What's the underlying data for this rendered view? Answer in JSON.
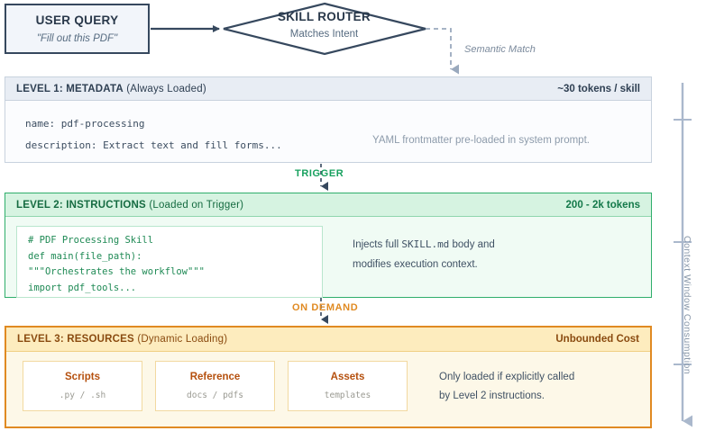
{
  "flow": {
    "user_query": {
      "title": "USER QUERY",
      "subtitle": "\"Fill out this PDF\""
    },
    "router": {
      "title": "SKILL ROUTER",
      "subtitle": "Matches Intent"
    },
    "semantic_match_label": "Semantic Match",
    "connectors": {
      "trigger": "TRIGGER",
      "on_demand": "ON DEMAND"
    }
  },
  "levels": [
    {
      "id": "level-1",
      "title": "LEVEL 1: METADATA",
      "title_suffix": " (Always Loaded)",
      "cost": "~30 tokens / skill",
      "code": "name: pdf-processing\ndescription: Extract text and fill forms...",
      "note": "YAML frontmatter pre-loaded in system prompt.",
      "accent": "#c8d2de"
    },
    {
      "id": "level-2",
      "title": "LEVEL 2: INSTRUCTIONS",
      "title_suffix": " (Loaded on Trigger)",
      "cost": "200 - 2k tokens",
      "code": "# PDF Processing Skill\ndef main(file_path):\n\"\"\"Orchestrates the workflow\"\"\"\nimport pdf_tools...",
      "note_line1_pre": "Injects full ",
      "note_mono": "SKILL.md",
      "note_line1_post": " body and",
      "note_line2": "modifies execution context.",
      "accent": "#2fae6b"
    },
    {
      "id": "level-3",
      "title": "LEVEL 3: RESOURCES",
      "title_suffix": " (Dynamic Loading)",
      "cost": "Unbounded Cost",
      "note_line1": "Only loaded if explicitly called",
      "note_line2": "by Level 2 instructions.",
      "accent": "#e08a22",
      "cards": [
        {
          "title": "Scripts",
          "subtitle": ".py / .sh"
        },
        {
          "title": "Reference",
          "subtitle": "docs / pdfs"
        },
        {
          "title": "Assets",
          "subtitle": "templates"
        }
      ]
    }
  ],
  "axis": {
    "label": "Context Window Consumption",
    "color": "#aab8cc"
  }
}
